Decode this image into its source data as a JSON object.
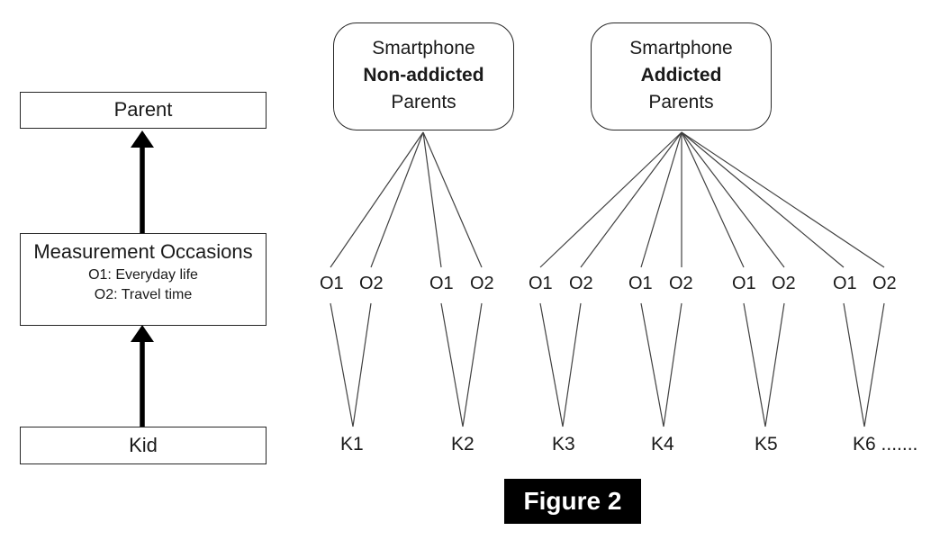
{
  "figure_caption": "Figure 2",
  "hierarchy": {
    "parent": "Parent",
    "measurement_title": "Measurement Occasions",
    "measurement_o1": "O1: Everyday life",
    "measurement_o2": "O2: Travel time",
    "kid": "Kid"
  },
  "groups": {
    "non_addicted": {
      "top": "Smartphone",
      "middle": "Non-addicted",
      "bottom": "Parents"
    },
    "addicted": {
      "top": "Smartphone",
      "middle": "Addicted",
      "bottom": "Parents"
    }
  },
  "occasions": [
    "O1",
    "O2",
    "O1",
    "O2",
    "O1",
    "O2",
    "O1",
    "O2",
    "O1",
    "O2",
    "O1",
    "O2"
  ],
  "kids": [
    "K1",
    "K2",
    "K3",
    "K4",
    "K5",
    "K6 ......."
  ],
  "colors": {
    "ink": "#1a1a1a",
    "line": "#404040",
    "caption_bg": "#000000",
    "caption_fg": "#ffffff",
    "background": "#ffffff"
  }
}
